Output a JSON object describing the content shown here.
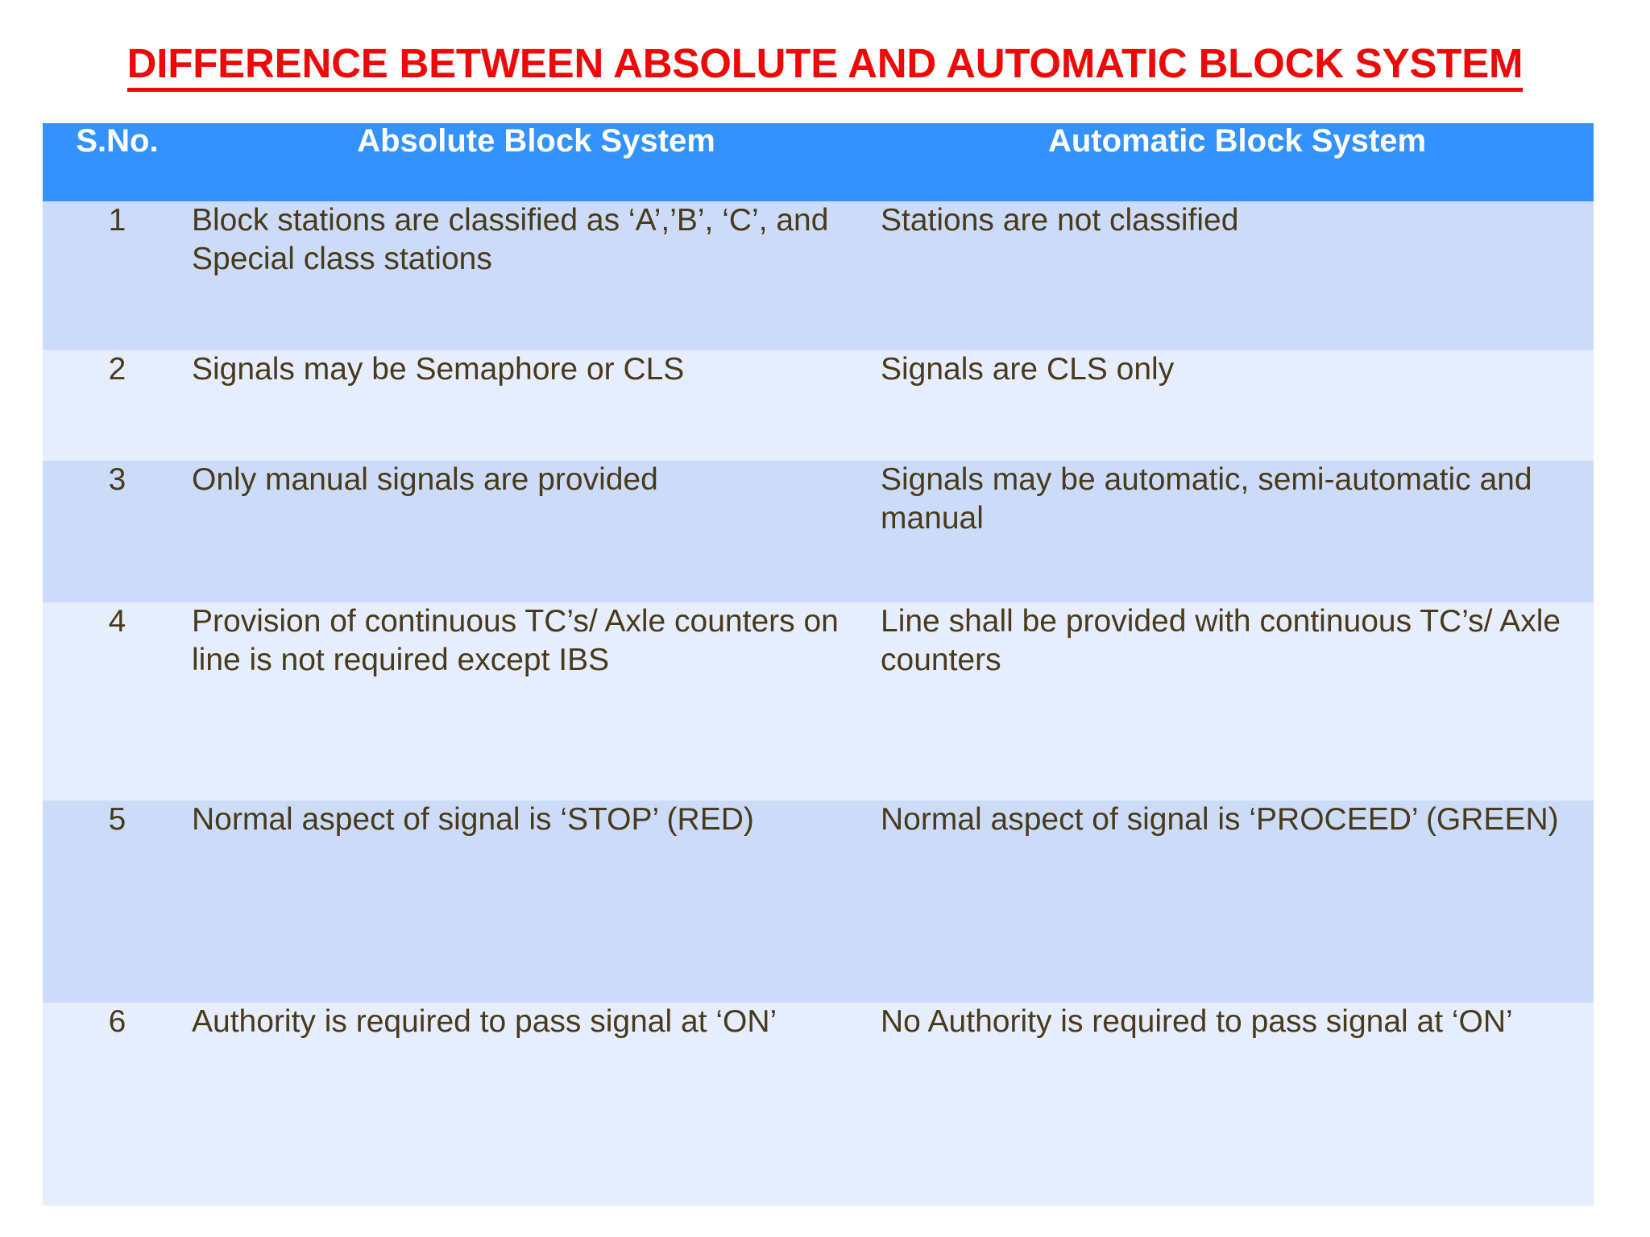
{
  "title": {
    "text": "DIFFERENCE BETWEEN ABSOLUTE AND AUTOMATIC BLOCK SYSTEM",
    "color": "#ef0808"
  },
  "colors": {
    "header_bg": "#3392fb",
    "header_text": "#ffffff",
    "row_dark_bg": "#ccdcf8",
    "row_light_bg": "#e6edfd",
    "body_text": "#483a1a",
    "page_bg": "#ffffff"
  },
  "table": {
    "columns": [
      "S.No.",
      "Absolute Block System",
      "Automatic Block System"
    ],
    "rows": [
      {
        "sno": "1",
        "absolute": "Block stations are classified as ‘A’,’B’, ‘C’, and Special class stations",
        "automatic": "Stations are not classified"
      },
      {
        "sno": "2",
        "absolute": "Signals may be Semaphore or CLS",
        "automatic": "Signals are CLS only"
      },
      {
        "sno": "3",
        "absolute": "Only manual signals are provided",
        "automatic": "Signals may be automatic, semi-automatic and manual"
      },
      {
        "sno": "4",
        "absolute": "Provision of continuous TC’s/ Axle counters on line is not required except IBS",
        "automatic": "Line shall be provided with continuous TC’s/ Axle counters"
      },
      {
        "sno": "5",
        "absolute": "Normal aspect of signal is ‘STOP’ (RED)",
        "automatic": "Normal aspect of signal is ‘PROCEED’ (GREEN)"
      },
      {
        "sno": "6",
        "absolute": "Authority  is required to pass signal at ‘ON’",
        "automatic": "No Authority  is required to pass signal at ‘ON’"
      }
    ]
  }
}
